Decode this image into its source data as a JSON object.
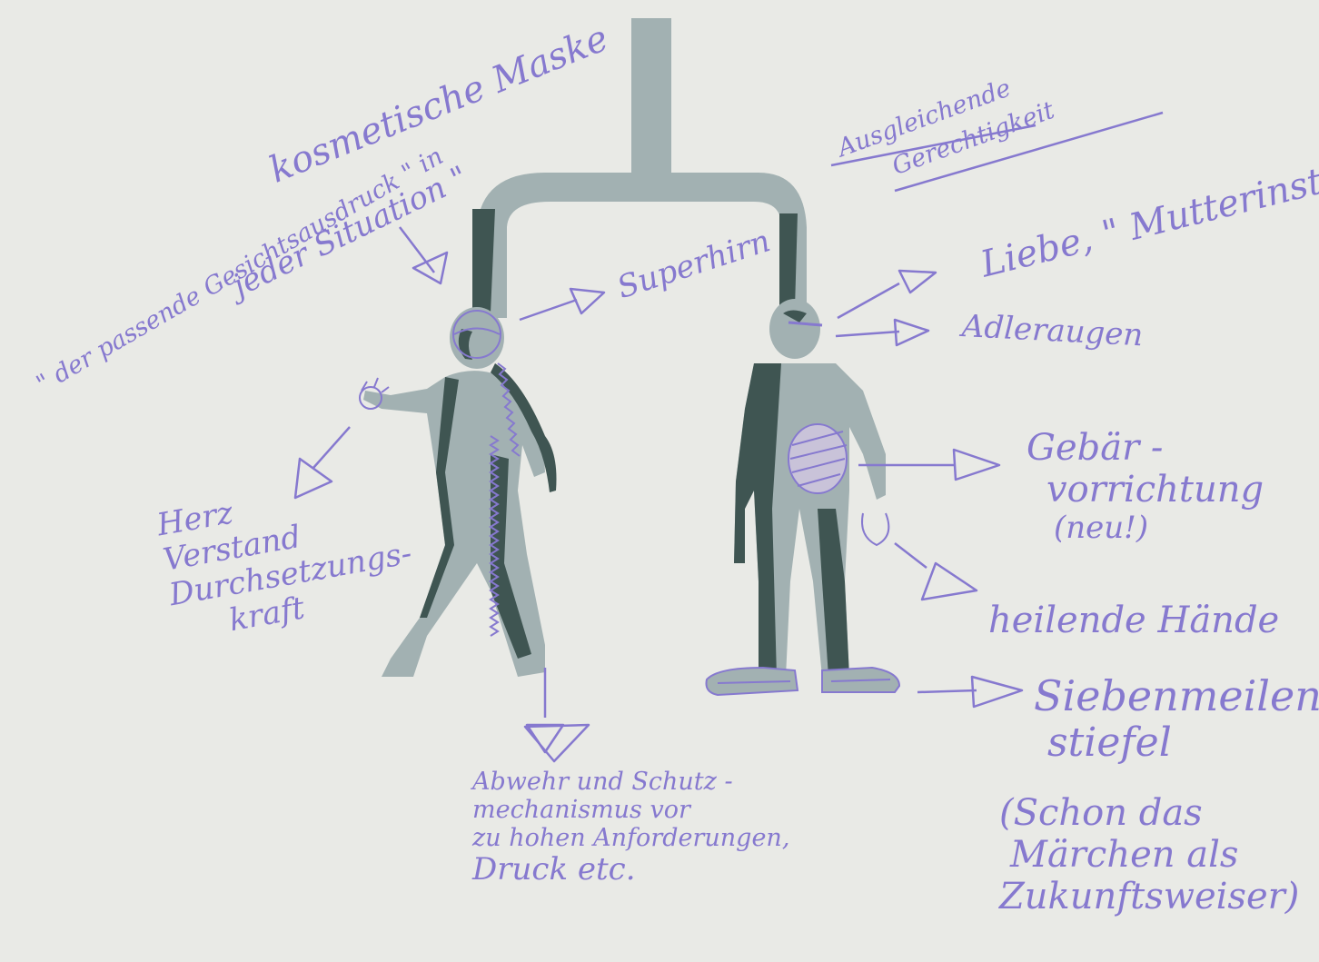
{
  "colors": {
    "paper": "#e9eae6",
    "figure_light": "#a2b1b2",
    "figure_dark": "#3f5552",
    "ink": "#8679cf"
  },
  "annotations": {
    "mask_title": "kosmetische Maske",
    "mask_line1": "\" der passende Gesichtsausdruck \" in",
    "mask_line2": "jeder Situation \"",
    "superhirn": "Superhirn",
    "balance_line1": "Ausgleichende",
    "balance_line2": "Gerechtigkeit",
    "love": "Liebe, \" Mutterinstinkt \"",
    "eagle_eyes": "Adleraugen",
    "heart_mind": [
      "Herz",
      "Verstand",
      "Durchsetzungs-",
      "kraft"
    ],
    "birth": [
      "Gebär -",
      "vorrichtung",
      "(neu!)"
    ],
    "healing_hands": "heilende Hände",
    "boots": [
      "Siebenmeilen-",
      "stiefel"
    ],
    "fairy_tale": [
      "(Schon das",
      "Märchen als",
      "Zukunftsweiser)"
    ],
    "defense": [
      "Abwehr und Schutz -",
      "mechanismus vor",
      "zu hohen Anforderungen,",
      "Druck etc."
    ]
  }
}
